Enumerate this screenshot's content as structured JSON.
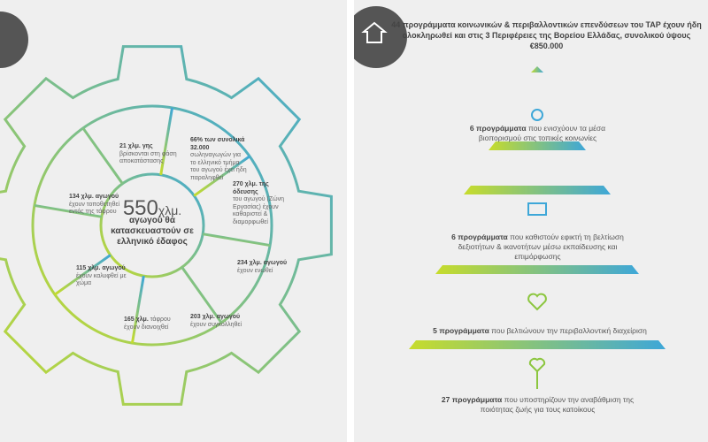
{
  "left": {
    "center": {
      "number": "550",
      "unit": "χλμ.",
      "text": "αγωγού θα κατασκευαστούν σε ελληνικό έδαφος"
    },
    "segments": [
      {
        "bold": "21 χλμ. γης",
        "text": "βρίσκονται στη φάση αποκατάστασης",
        "icon": "sprout-icon"
      },
      {
        "bold": "66% των συνολικά 32.000",
        "text": "σωληναγωγών για το ελληνικό τμήμα του αγωγού έχει ήδη παραληφθεί",
        "icon": "truck-icon"
      },
      {
        "bold": "270 χλμ. της όδευσης",
        "text": "του αγωγού (Ζώνη Εργασίας) έχουν καθαριστεί & διαμορφωθεί",
        "icon": "trench-icon"
      },
      {
        "bold": "234 χλμ. αγωγού",
        "text": "έχουν ενωθεί",
        "icon": "pipe-joint-icon"
      },
      {
        "bold": "203 χλμ. αγωγού",
        "text": "έχουν συγκολληθεί",
        "icon": "welder-icon"
      },
      {
        "bold": "165 χλμ.",
        "text": "τάφρου έχουν διανοιχθεί",
        "icon": "digger-icon"
      },
      {
        "bold": "115 χλμ. αγωγού",
        "text": "έχουν καλυφθεί με χώμα",
        "icon": "excavator-icon"
      },
      {
        "bold": "134 χλμ. αγωγού",
        "text": "έχουν τοποθετηθεί εντός της τάφρου",
        "icon": "pipe-lay-icon"
      }
    ]
  },
  "right": {
    "heading": "44 προγράμματα κοινωνικών & περιβαλλοντικών επενδύσεων του TAP έχουν ήδη ολοκληρωθεί και στις 3 Περιφέρειες της Βορείου Ελλάδας, συνολικού ύψους €850.000",
    "levels": [
      {
        "bold": "6 προγράμματα",
        "text": " που ενισχύουν τα μέσα βιοπορισμού στις τοπικές κοινωνίες",
        "icon": "globe-icon"
      },
      {
        "bold": "6 προγράμματα",
        "text": " που καθιστούν εφικτή τη βελτίωση δεξιοτήτων & ικανοτήτων μέσω εκπαίδευσης και επιμόρφωσης",
        "icon": "book-icon"
      },
      {
        "bold": "5 προγράμματα",
        "text": " που βελτιώνουν την περιβαλλοντική διαχείριση",
        "icon": "heart-leaf-icon"
      },
      {
        "bold": "27 προγράμματα",
        "text": " που υποστηρίζουν την αναβάθμιση της ποιότητας ζωής για τους κατοίκους",
        "icon": "heart-plant-icon"
      }
    ]
  },
  "colors": {
    "green": "#b5d334",
    "blue": "#3fa9d6",
    "dark": "#555555"
  }
}
